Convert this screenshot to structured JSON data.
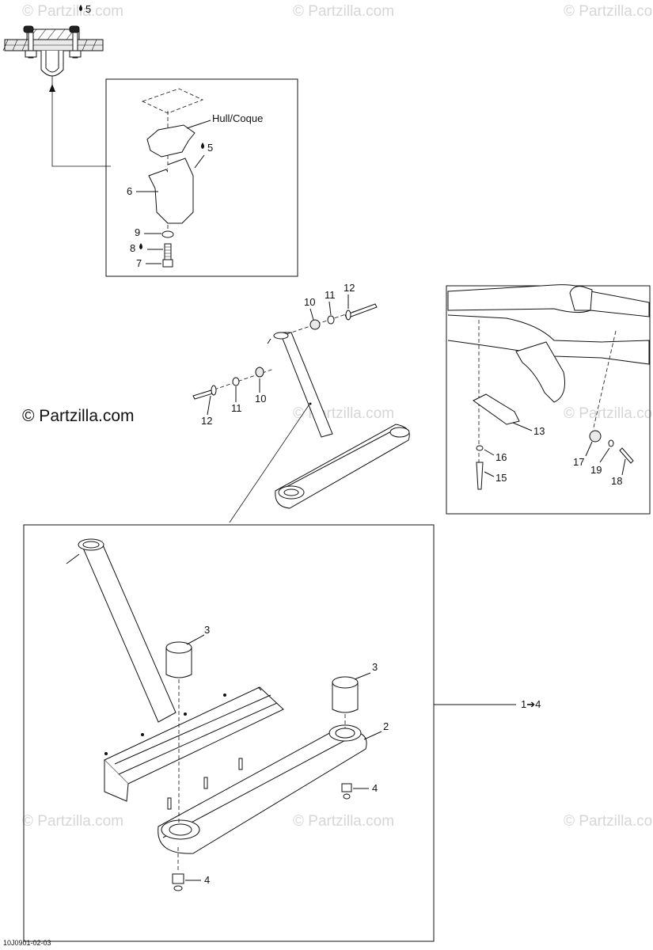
{
  "watermark": "© Partzilla.com",
  "brand_watermark": "© Partzilla.com",
  "drawing_ref": "10J0901-02-03",
  "hull_label": "Hull/Coque",
  "drop_symbol": "💧",
  "assembly_ref": "1➔4",
  "callouts": {
    "c1": "1",
    "c2": "2",
    "c3a": "3",
    "c3b": "3",
    "c4a": "4",
    "c4b": "4",
    "c5a": "5",
    "c5b": "5",
    "c6": "6",
    "c7": "7",
    "c8": "8",
    "c9": "9",
    "c10a": "10",
    "c10b": "10",
    "c11a": "11",
    "c11b": "11",
    "c12a": "12",
    "c12b": "12",
    "c13": "13",
    "c15": "15",
    "c16": "16",
    "c17": "17",
    "c18": "18",
    "c19": "19"
  }
}
